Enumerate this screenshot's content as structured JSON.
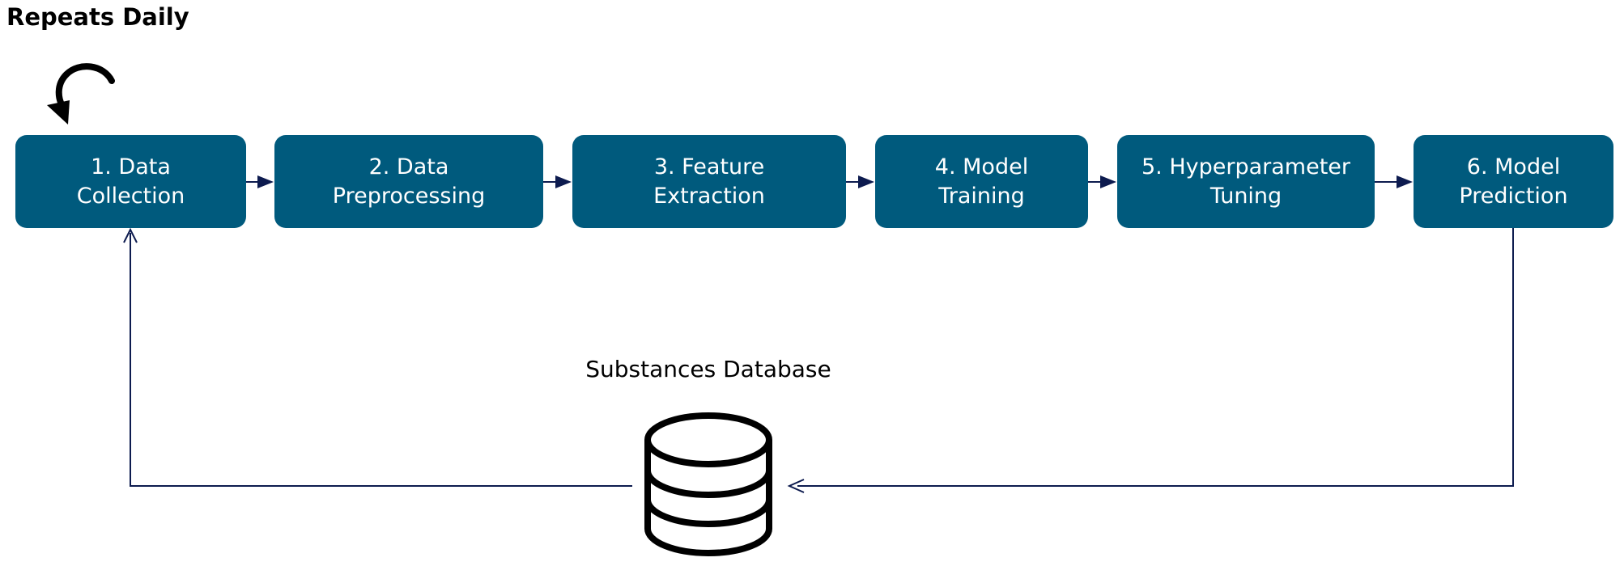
{
  "title": "Repeats Daily",
  "steps": [
    {
      "line1": "1. Data",
      "line2": "Collection"
    },
    {
      "line1": "2. Data",
      "line2": "Preprocessing"
    },
    {
      "line1": "3. Feature",
      "line2": "Extraction"
    },
    {
      "line1": "4. Model",
      "line2": "Training"
    },
    {
      "line1": "5. Hyperparameter",
      "line2": "Tuning"
    },
    {
      "line1": "6. Model",
      "line2": "Prediction"
    }
  ],
  "database": {
    "label": "Substances Database",
    "icon": "database-icon"
  },
  "icons": {
    "repeat": "rotate-arrow-icon"
  },
  "colors": {
    "box_fill": "#005a7d",
    "box_text": "#ffffff",
    "arrow": "#0d1b4f"
  }
}
